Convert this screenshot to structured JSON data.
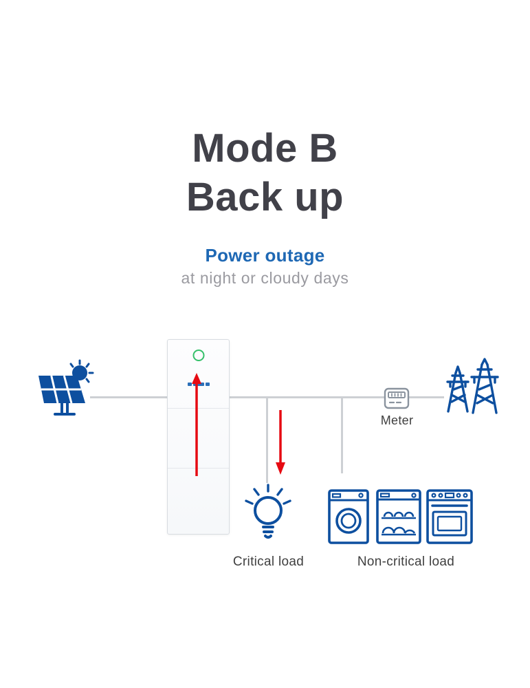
{
  "title": {
    "line1": "Mode B",
    "line2": "Back up"
  },
  "subtitle": {
    "primary": "Power outage",
    "secondary": "at night or cloudy days"
  },
  "diagram": {
    "meter_label": "Meter",
    "critical_label": "Critical load",
    "non_critical_label": "Non-critical load"
  },
  "colors": {
    "icon_blue": "#0d4f9f",
    "accent_blue": "#1e68b4",
    "arrow_red": "#e60a12",
    "wire_gray": "#cdd0d4",
    "title_gray": "#414149",
    "subtitle_gray": "#9a9aa0",
    "indicator_green": "#35c06a",
    "meter_gray": "#8a939e"
  }
}
